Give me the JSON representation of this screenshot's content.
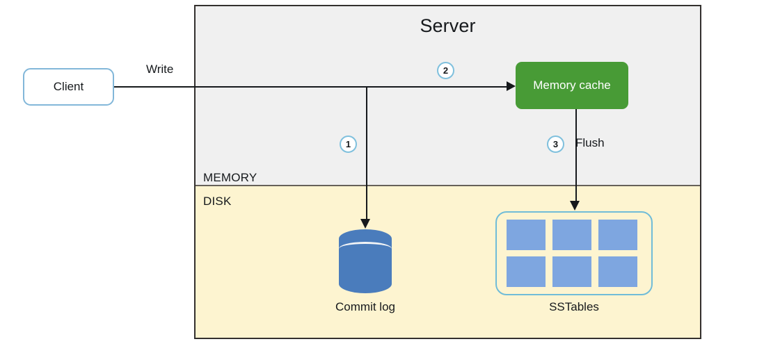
{
  "diagram": {
    "title": "Server",
    "regions": {
      "memory_label": "MEMORY",
      "disk_label": "DISK"
    },
    "nodes": {
      "client": "Client",
      "memory_cache": "Memory cache",
      "commit_log": "Commit log",
      "sstables": "SSTables"
    },
    "edges": {
      "write_label": "Write",
      "flush_label": "Flush"
    },
    "steps": [
      {
        "number": "1"
      },
      {
        "number": "2"
      },
      {
        "number": "3"
      }
    ],
    "sstable_cells": [
      {
        "id": "sstable-1"
      },
      {
        "id": "sstable-2"
      },
      {
        "id": "sstable-3"
      },
      {
        "id": "sstable-4"
      },
      {
        "id": "sstable-5"
      },
      {
        "id": "sstable-6"
      }
    ],
    "colors": {
      "memory_region": "#f0f0f0",
      "disk_region": "#fdf4d0",
      "memory_cache": "#489b36",
      "commit_log": "#4a7cbc",
      "sstable_cell": "#7ea6e0",
      "accent_border": "#7fc0dd",
      "connector": "#16191c"
    }
  }
}
